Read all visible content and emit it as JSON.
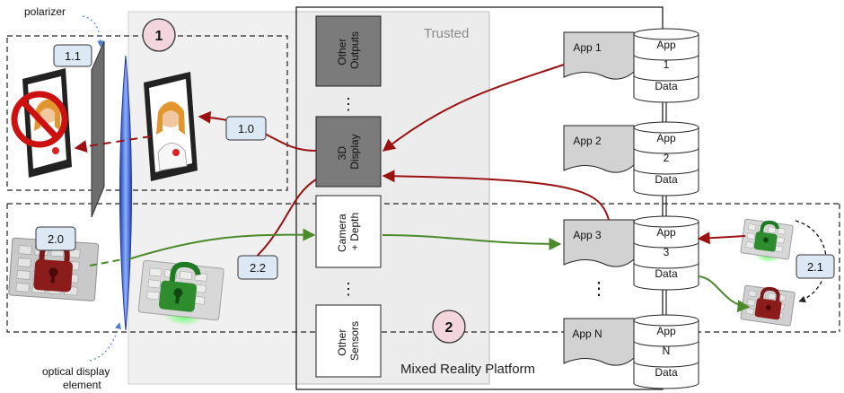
{
  "labels": {
    "polarizer": "polarizer",
    "optical_element_line1": "optical display",
    "optical_element_line2": "element",
    "trusted": "Trusted",
    "platform": "Mixed Reality Platform",
    "ellipsis": "⋮"
  },
  "modules": {
    "other_outputs": [
      "Other",
      "Outputs"
    ],
    "display_3d": [
      "3D",
      "Display"
    ],
    "camera_depth": [
      "Camera",
      "+ Depth"
    ],
    "other_sensors": [
      "Other",
      "Sensors"
    ]
  },
  "circles": {
    "c1": "1",
    "c2": "2"
  },
  "steps": {
    "s1_0": "1.0",
    "s1_1": "1.1",
    "s2_0": "2.0",
    "s2_1": "2.1",
    "s2_2": "2.2"
  },
  "apps": [
    {
      "doc": "App 1",
      "db": [
        "App",
        "1",
        "Data"
      ]
    },
    {
      "doc": "App 2",
      "db": [
        "App",
        "2",
        "Data"
      ]
    },
    {
      "doc": "App 3",
      "db": [
        "App",
        "3",
        "Data"
      ]
    },
    {
      "doc": "App N",
      "db": [
        "App",
        "N",
        "Data"
      ]
    }
  ],
  "colors": {
    "red_arrow": "#9b1111",
    "green_arrow": "#4a8a2a",
    "step_box": "#dce9f5",
    "circle_fill": "#f3d6dc",
    "lens": "#3c62d8",
    "trusted_zone": "#efefef",
    "dark_module": "#7b7b7b"
  }
}
